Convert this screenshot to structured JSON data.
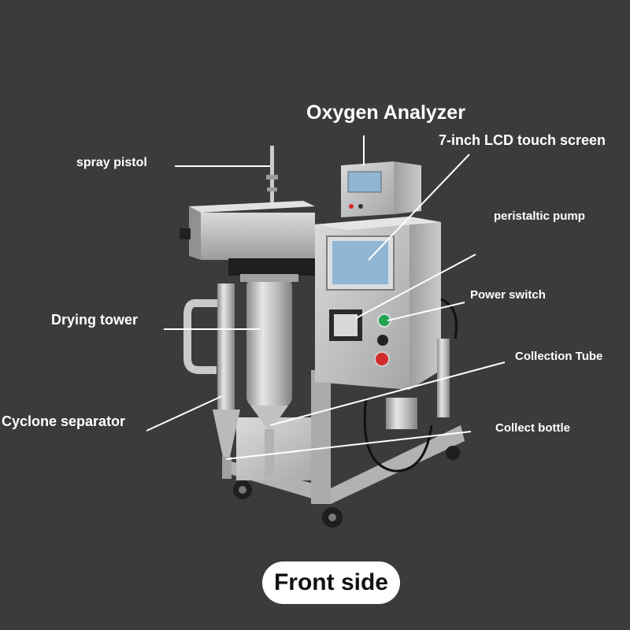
{
  "labels": {
    "oxygen_analyzer": "Oxygen Analyzer",
    "lcd_screen": "7-inch LCD touch screen",
    "spray_pistol": "spray pistol",
    "peristaltic_pump": "peristaltic pump",
    "power_switch": "Power switch",
    "drying_tower": "Drying tower",
    "collection_tube": "Collection Tube",
    "cyclone_separator": "Cyclone separator",
    "collect_bottle": "Collect bottle"
  },
  "caption": "Front side",
  "colors": {
    "background": "#3b3b3b",
    "steel": "#b8babc",
    "screen": "#8fb6d4",
    "power_button": "#23a455",
    "stop_button": "#d42a2a",
    "text": "#ffffff",
    "caption_pill": "#ffffff"
  }
}
